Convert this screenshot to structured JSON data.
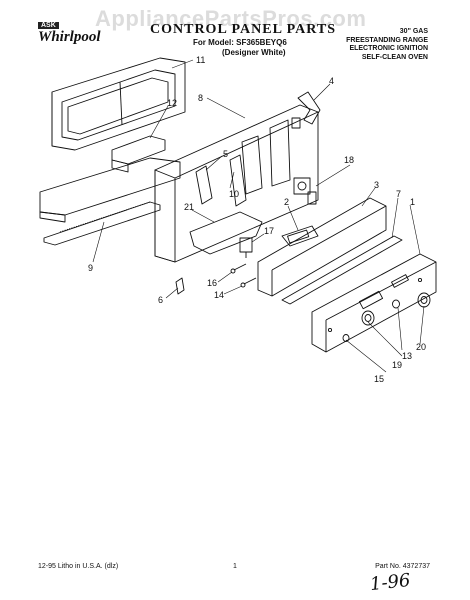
{
  "watermark": "AppliancePartsPros.com",
  "logo": {
    "tag": "ASK",
    "word": "Whirlpool"
  },
  "header": {
    "title": "CONTROL PANEL PARTS",
    "model": "For Model: SF365BEYQ6",
    "variant": "(Designer White)",
    "description": [
      "30\" GAS",
      "FREESTANDING RANGE",
      "ELECTRONIC IGNITION",
      "SELF-CLEAN OVEN"
    ]
  },
  "callouts": [
    "1",
    "2",
    "3",
    "4",
    "5",
    "6",
    "7",
    "8",
    "9",
    "10",
    "11",
    "12",
    "13",
    "14",
    "15",
    "16",
    "17",
    "18",
    "19",
    "20",
    "21"
  ],
  "footer": {
    "left": "12-95 Litho in U.S.A. (dlz)",
    "page": "1",
    "part_no": "Part No. 4372737"
  },
  "handnote": "1-96",
  "colors": {
    "line": "#111111",
    "watermark": "#dcdcdc",
    "background": "#ffffff"
  }
}
